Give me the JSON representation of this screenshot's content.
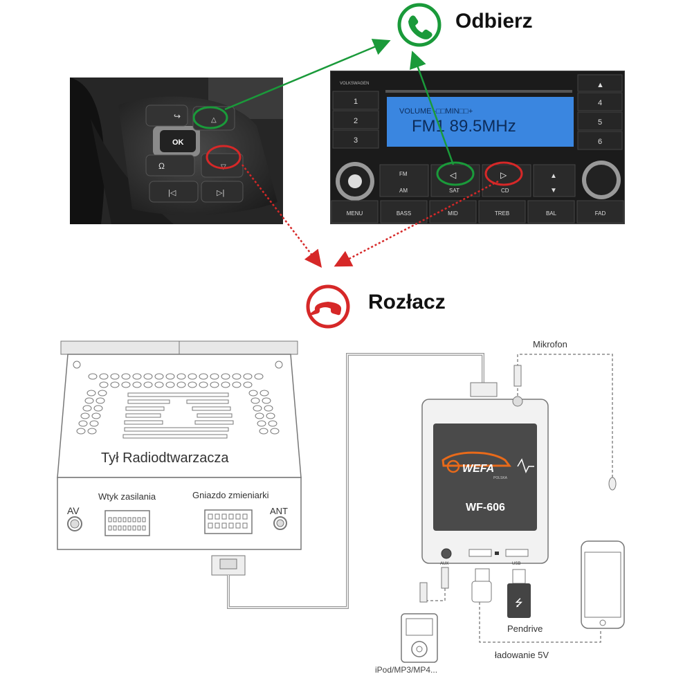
{
  "top": {
    "answer_label": "Odbierz",
    "hangup_label": "Rozłacz",
    "colors": {
      "answer": "#1a9a3a",
      "hangup": "#d62828"
    }
  },
  "steering": {
    "ok_label": "OK"
  },
  "radio": {
    "brand": "VOLKSWAGEN",
    "display_line1": "VOLUME  -□□MIN□□+",
    "display_line2": "FM1  89.5MHz",
    "display_color": "#3a86e0",
    "preset_left": [
      "1",
      "2",
      "3"
    ],
    "preset_right": [
      "4",
      "5",
      "6"
    ],
    "fm_label": "FM",
    "am_label": "AM",
    "sat_label": "SAT",
    "cd_label": "CD",
    "bottom_buttons": [
      "MENU",
      "BASS",
      "MID",
      "TREB",
      "BAL",
      "FAD"
    ]
  },
  "wiring": {
    "radio_back_label": "Tył Radiodtwarzacza",
    "power_plug_label": "Wtyk zasilania",
    "changer_socket_label": "Gniazdo zmieniarki",
    "av_label": "AV",
    "ant_label": "ANT",
    "module_model": "WF-606",
    "module_brand": "WEFA",
    "module_brand_sub": "POLSKA",
    "microphone_label": "Mikrofon",
    "aux_port_label": "AUX",
    "usb_port_label": "USB",
    "pendrive_label": "Pendrive",
    "charging_label": "ładowanie 5V",
    "ipod_label": "iPod/MP3/MP4..."
  }
}
